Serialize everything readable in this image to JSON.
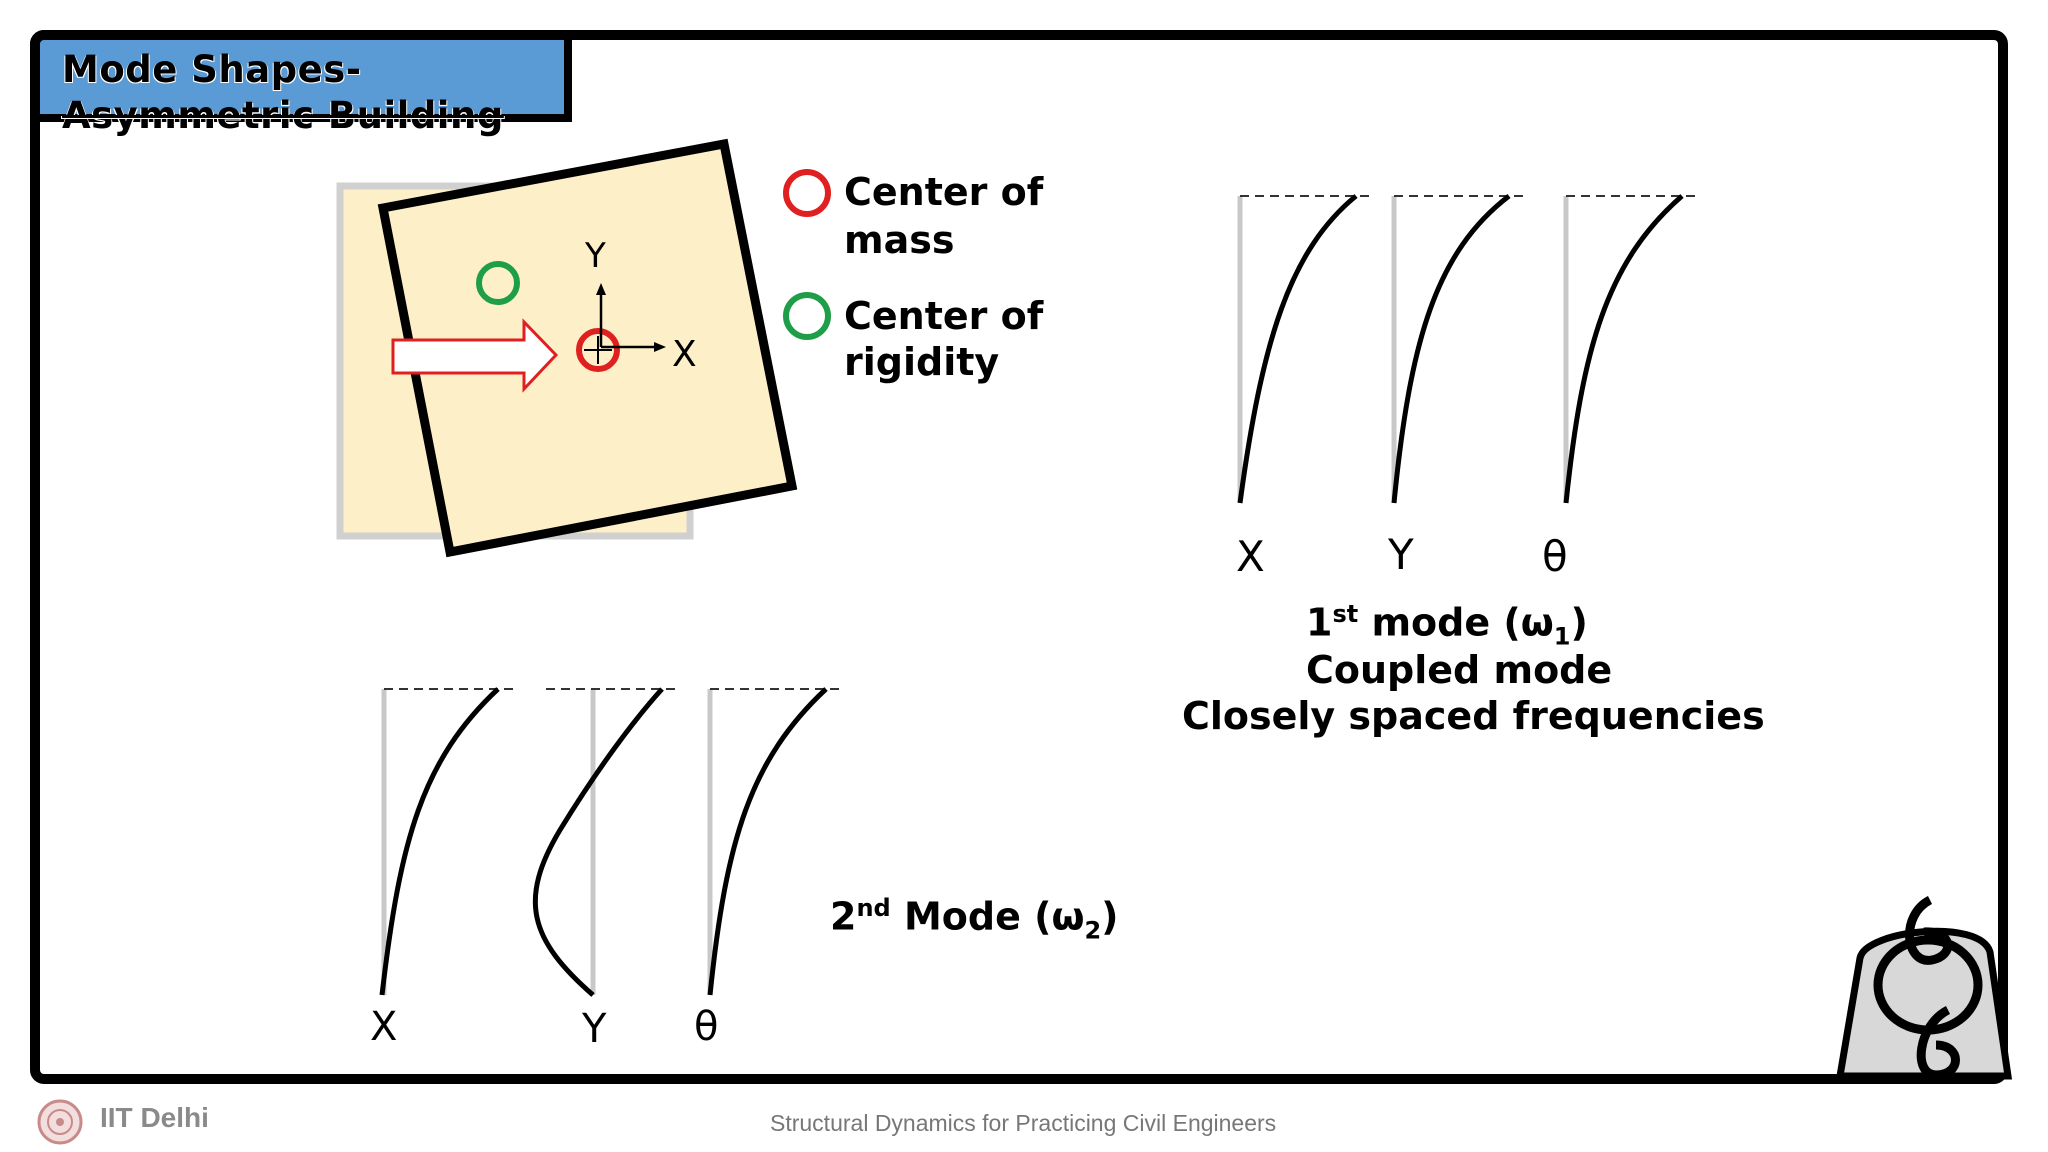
{
  "title": {
    "line1": "Mode Shapes-",
    "line2": "Asymmetric Building"
  },
  "legend": {
    "center_of_mass_line1": "Center of",
    "center_of_mass_line2": "mass",
    "center_of_rigidity_line1": "Center of",
    "center_of_rigidity_line2": "rigidity"
  },
  "plan_axes": {
    "y_label": "Y",
    "x_label": "X"
  },
  "mode1": {
    "labels": [
      "X",
      "Y",
      "θ"
    ],
    "caption_prefix": "1",
    "caption_sup": "st",
    "caption_mid": " mode (ω",
    "caption_sub": "1",
    "caption_end": ")",
    "line2": "Coupled mode",
    "line3": "Closely spaced frequencies"
  },
  "mode2": {
    "labels": [
      "X",
      "Y",
      "θ"
    ],
    "caption_prefix": "2",
    "caption_sup": "nd",
    "caption_mid": " Mode (ω",
    "caption_sub": "2",
    "caption_end": ")"
  },
  "footer": {
    "institute": "IIT Delhi",
    "course": "Structural Dynamics for Practicing Civil Engineers"
  },
  "colors": {
    "title_bg": "#5b9bd5",
    "slab_fill": "#fdf0c8",
    "center_of_mass": "#e02020",
    "center_of_rigidity": "#1e9e48",
    "arrow_outline": "#e02020"
  },
  "icons": [
    "institute-logo-icon",
    "mascot-icon"
  ]
}
